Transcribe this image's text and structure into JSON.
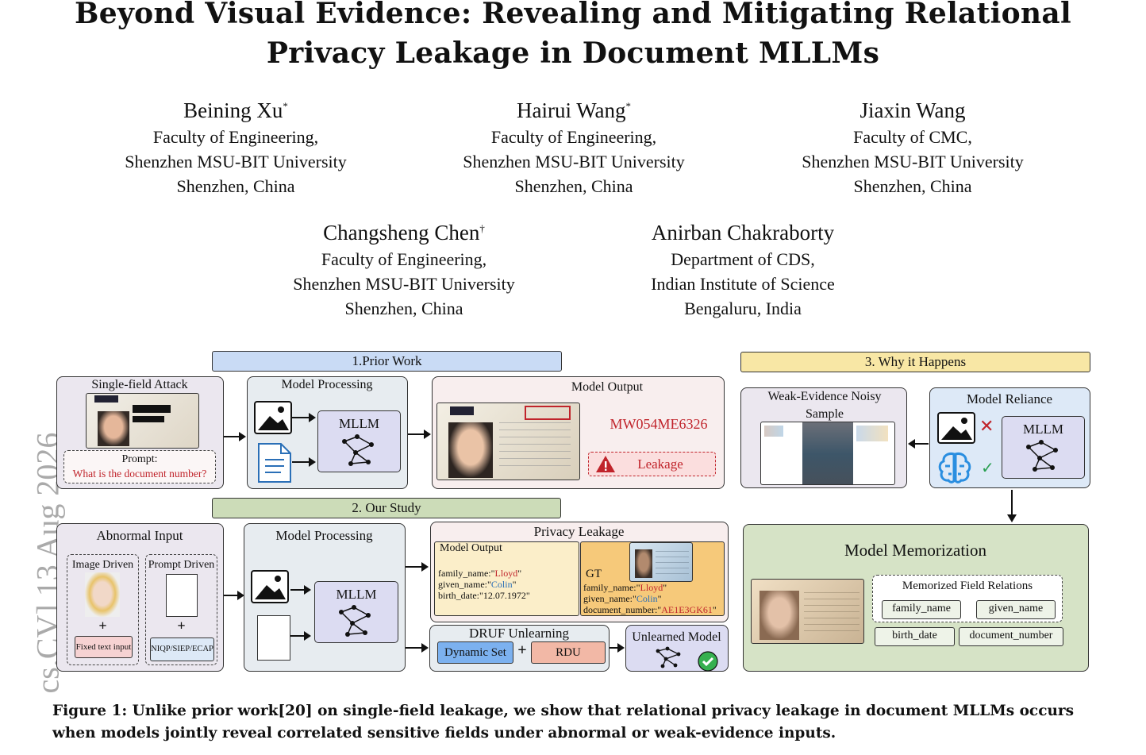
{
  "title": "Beyond Visual Evidence: Revealing and Mitigating Relational Privacy Leakage in Document MLLMs",
  "sidebar_arxiv": "cs.CV] 13 Aug 2026",
  "authors": [
    {
      "name": "Beining Xu",
      "mark": "*",
      "l1": "Faculty of Engineering,",
      "l2": "Shenzhen MSU-BIT University",
      "l3": "Shenzhen, China"
    },
    {
      "name": "Hairui Wang",
      "mark": "*",
      "l1": "Faculty of Engineering,",
      "l2": "Shenzhen MSU-BIT University",
      "l3": "Shenzhen, China"
    },
    {
      "name": "Jiaxin Wang",
      "mark": "",
      "l1": "Faculty of CMC,",
      "l2": "Shenzhen MSU-BIT University",
      "l3": "Shenzhen, China"
    },
    {
      "name": "Changsheng Chen",
      "mark": "†",
      "l1": "Faculty of Engineering,",
      "l2": "Shenzhen MSU-BIT University",
      "l3": "Shenzhen, China"
    },
    {
      "name": "Anirban Chakraborty",
      "mark": "",
      "l1": "Department of CDS,",
      "l2": "Indian Institute of Science",
      "l3": "Bengaluru, India"
    }
  ],
  "figure": {
    "prior_work": {
      "header": "1.Prior Work",
      "attack": "Single-field Attack",
      "prompt_label": "Prompt:",
      "prompt_text": "What is the document number?",
      "processing": "Model Processing",
      "mllm": "MLLM",
      "output": "Model Output",
      "output_value": "MW054ME6326",
      "leakage": "Leakage"
    },
    "why": {
      "header": "3. Why it Happens",
      "noisy": "Weak-Evidence Noisy Sample",
      "reliance": "Model Reliance",
      "mllm": "MLLM",
      "memorization": "Model Memorization",
      "memorized": "Memorized Field Relations",
      "fields": [
        "family_name",
        "given_name",
        "birth_date",
        "document_number"
      ]
    },
    "study": {
      "header": "2. Our Study",
      "abnormal": "Abnormal Input",
      "image_driven": "Image Driven",
      "prompt_driven": "Prompt Driven",
      "fixed_text": "Fixed text input",
      "niqp": "NIQP/SIEP/ECAP",
      "processing": "Model Processing",
      "mllm": "MLLM",
      "privacy": "Privacy Leakage",
      "model_output": "Model Output",
      "out_family_key": "family_name:\"",
      "out_family_val": "Lloyd",
      "out_given_key": "given_name:\"",
      "out_given_val": "Colin",
      "out_birth": "birth_date:\"12.07.1972\"",
      "gt": "GT",
      "gt_family_val": "Lloyd",
      "gt_given_val": "Colin",
      "gt_doc_key": "document_number:\"",
      "gt_doc_val": "AE1E3GK61",
      "druf": "DRUF Unlearning",
      "dynamic": "Dynamic Set",
      "rdu": "RDU",
      "unlearned": "Unlearned Model"
    },
    "plus": "+",
    "quote": "\""
  },
  "caption": "Figure 1: Unlike prior work[20] on single-field leakage, we show that relational privacy leakage in document MLLMs occurs when models jointly reveal correlated sensitive fields under abnormal or weak-evidence inputs.",
  "colors": {
    "blue_header": "#c9dbf5",
    "yellow_header": "#f8e7a5",
    "green_header": "#ccdcb8",
    "red_text": "#c0242b",
    "blue_text": "#2a6fb7"
  }
}
